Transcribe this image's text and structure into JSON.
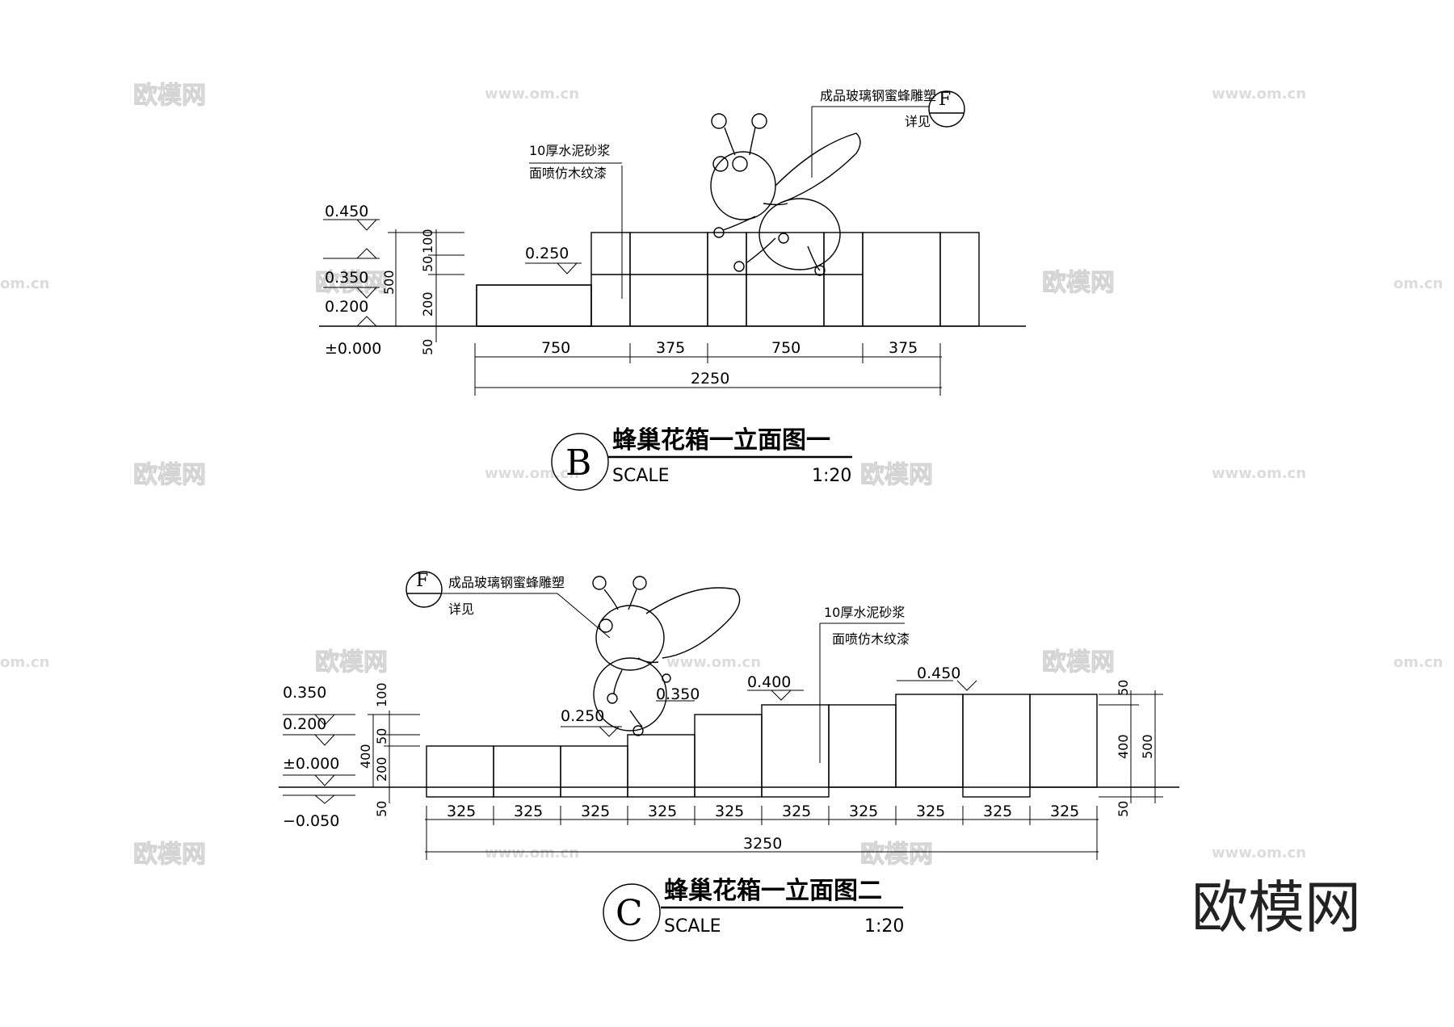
{
  "drawing_b": {
    "label_letter": "B",
    "title": "蜂巢花箱一立面图一",
    "scale_label": "SCALE",
    "scale_value": "1:20",
    "elevations": [
      "0.450",
      "0.350",
      "0.200",
      "±0.000",
      "0.250"
    ],
    "vertical_dims": [
      "100",
      "50",
      "200",
      "500",
      "50"
    ],
    "horizontal_dims": [
      "750",
      "375",
      "750",
      "375"
    ],
    "total_dim": "2250",
    "note_material_line1": "10厚水泥砂浆",
    "note_material_line2": "面喷仿木纹漆",
    "note_sculpture_line1": "成品玻璃钢蜜蜂雕塑",
    "note_sculpture_line2": "详见",
    "detail_letter": "F"
  },
  "drawing_c": {
    "label_letter": "C",
    "title": "蜂巢花箱一立面图二",
    "scale_label": "SCALE",
    "scale_value": "1:20",
    "elevations": [
      "0.350",
      "0.200",
      "±0.000",
      "−0.050",
      "0.250",
      "0.350",
      "0.400",
      "0.450"
    ],
    "vertical_dims_left": [
      "100",
      "50",
      "200",
      "400",
      "50"
    ],
    "vertical_dims_right": [
      "50",
      "400",
      "500",
      "50"
    ],
    "horizontal_dims": [
      "325",
      "325",
      "325",
      "325",
      "325",
      "325",
      "325",
      "325",
      "325",
      "325"
    ],
    "total_dim": "3250",
    "note_material_line1": "10厚水泥砂浆",
    "note_material_line2": "面喷仿木纹漆",
    "note_sculpture_line1": "成品玻璃钢蜜蜂雕塑",
    "note_sculpture_line2": "详见",
    "detail_letter": "F"
  },
  "watermark": {
    "brand": "欧模网",
    "url": "www.om.cn",
    "url_cut": "om.cn"
  }
}
